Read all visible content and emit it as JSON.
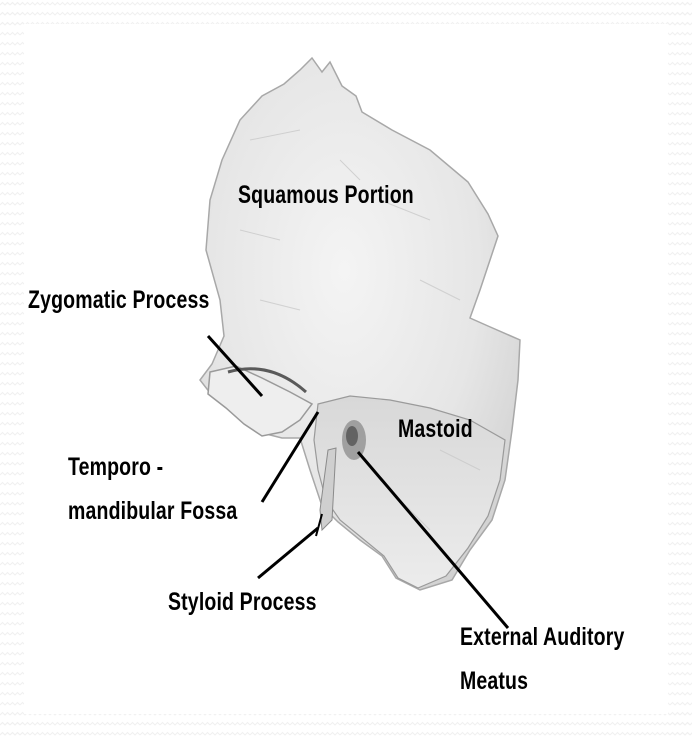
{
  "labels": {
    "squamous": "Squamous Portion",
    "zygomatic": "Zygomatic Process",
    "mastoid": "Mastoid",
    "temporo_line1": "Temporo -",
    "temporo_line2": "mandibular Fossa",
    "styloid": "Styloid Process",
    "eam_line1": "External Auditory",
    "eam_line2": "Meatus"
  },
  "colors": {
    "background": "#ffffff",
    "bone": "#e9e9e9",
    "bone_shadow": "#9a9a9a",
    "label_text": "#000000",
    "leader_line": "#000000"
  }
}
